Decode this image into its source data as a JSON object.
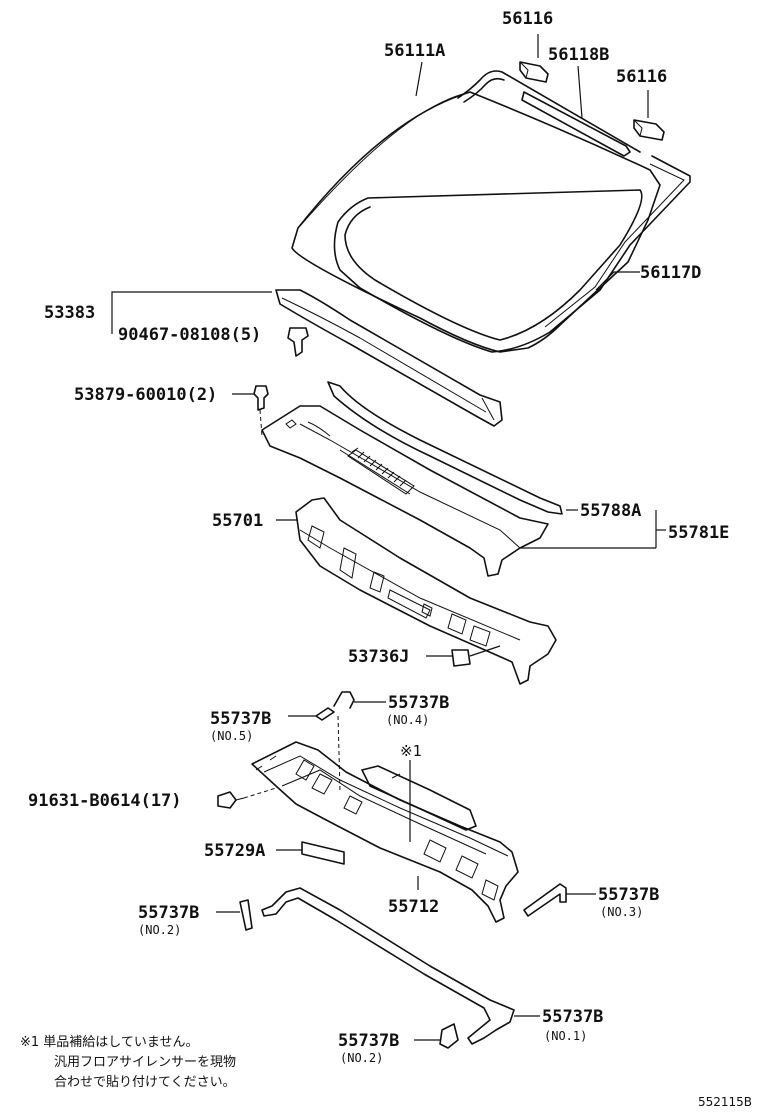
{
  "diagram": {
    "labels": {
      "p56116_top": "56116",
      "p56111A": "56111A",
      "p56118B": "56118B",
      "p56116_right": "56116",
      "p56117D": "56117D",
      "p53383": "53383",
      "p90467": "90467-08108(5)",
      "p53879": "53879-60010(2)",
      "p55701": "55701",
      "p55788A": "55788A",
      "p55781E": "55781E",
      "p53736J": "53736J",
      "p55737B_no4": "55737B",
      "no4": "(NO.4)",
      "p55737B_no5": "55737B",
      "no5": "(NO.5)",
      "star1": "※1",
      "p91631": "91631-B0614(17)",
      "p55729A": "55729A",
      "p55712": "55712",
      "p55737B_no3": "55737B",
      "no3": "(NO.3)",
      "p55737B_no2a": "55737B",
      "no2a": "(NO.2)",
      "p55737B_no1": "55737B",
      "no1": "(NO.1)",
      "p55737B_no2b": "55737B",
      "no2b": "(NO.2)"
    },
    "footnote": {
      "line1": "※1 単品補給はしていません。",
      "line2": "汎用フロアサイレンサーを現物",
      "line3": "合わせで貼り付けてください。"
    },
    "figure_code": "552115B"
  }
}
